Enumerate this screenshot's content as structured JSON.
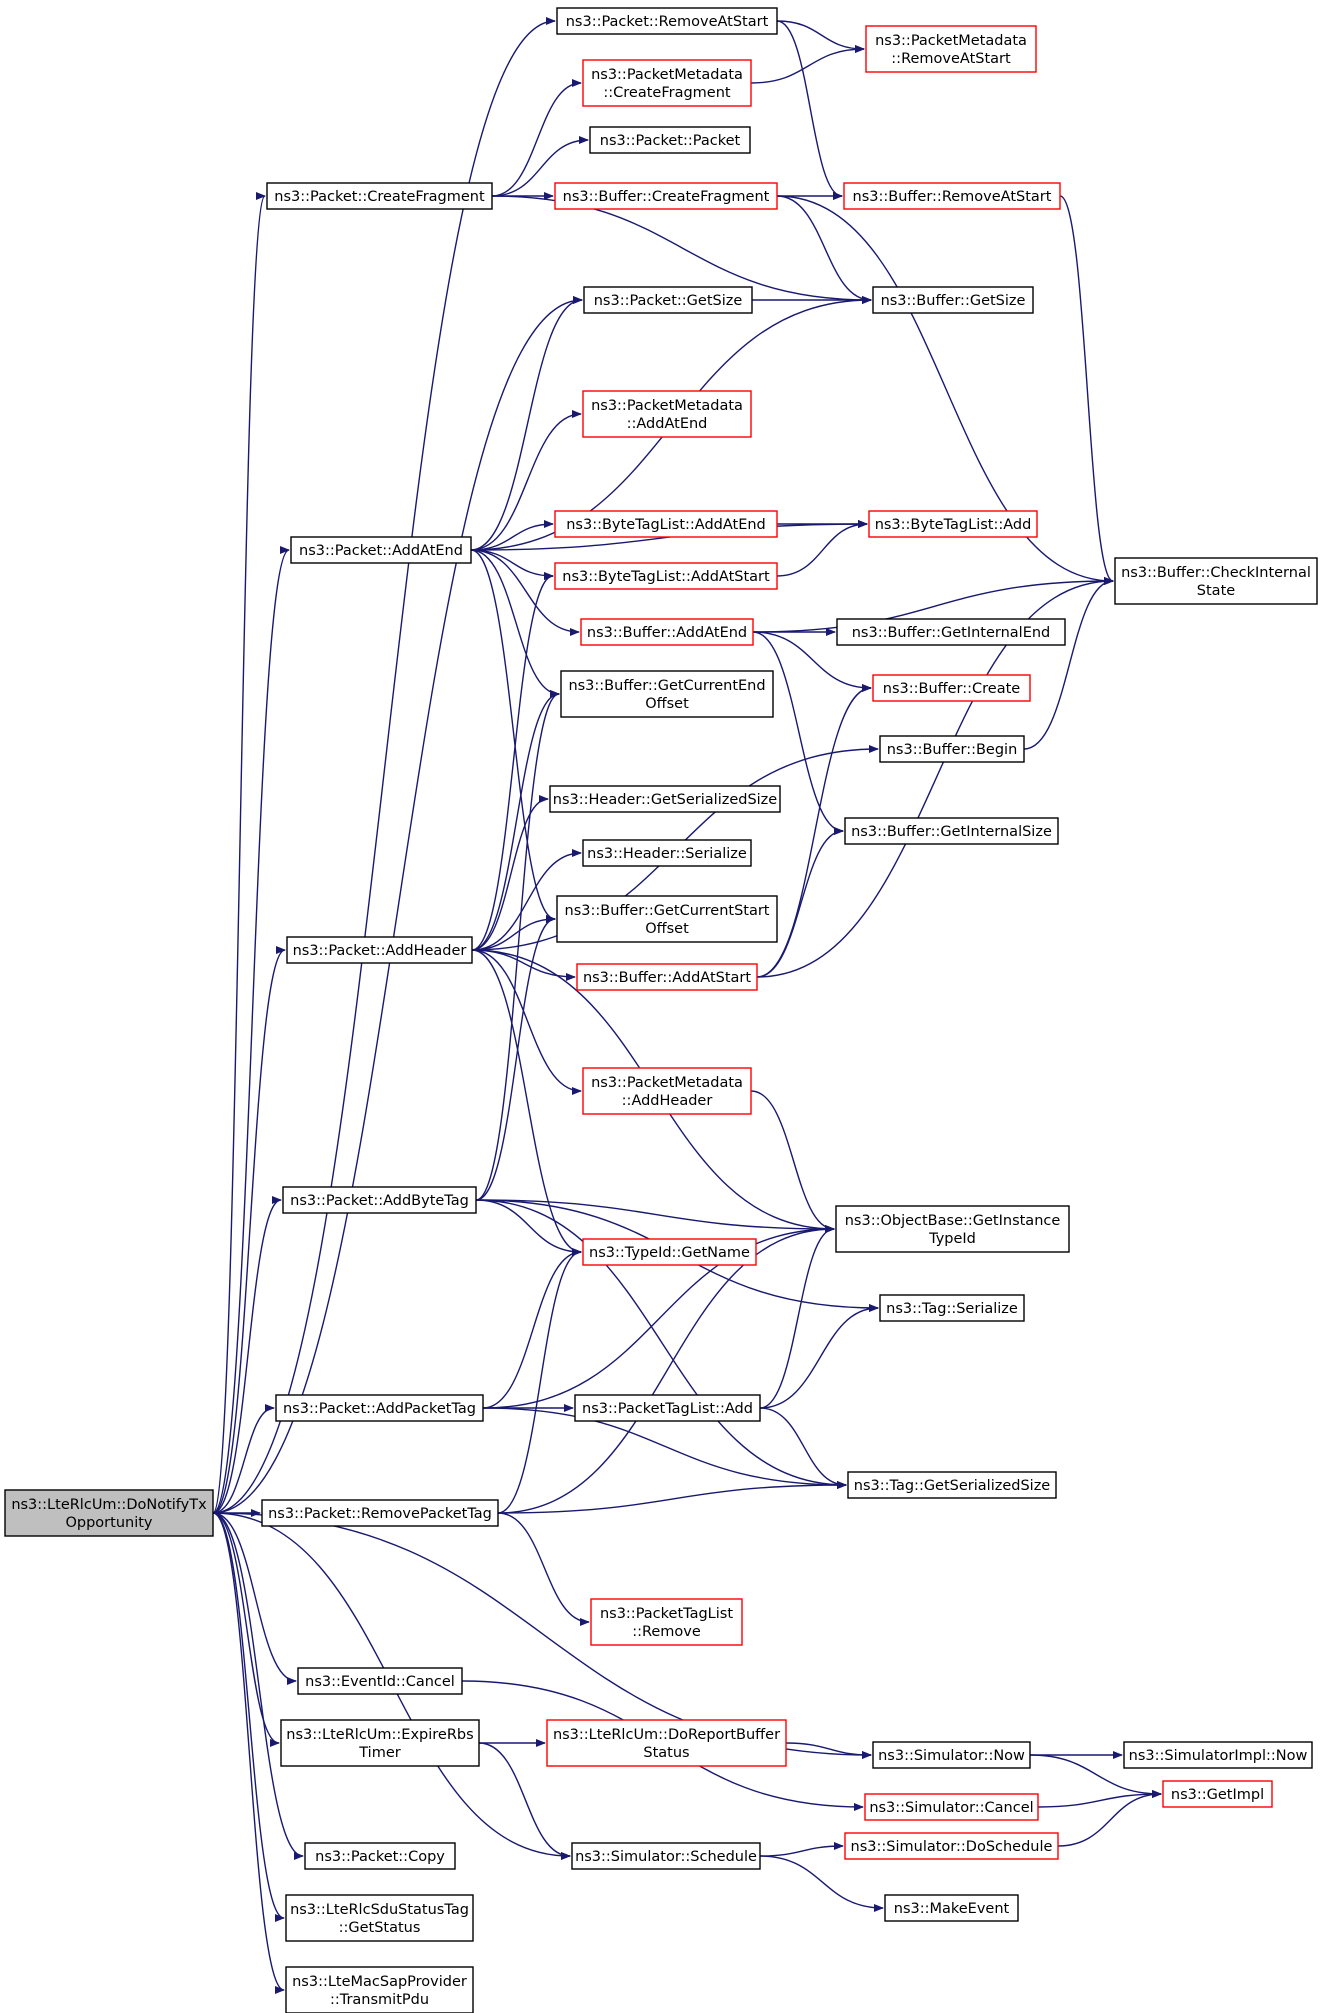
{
  "diagram": {
    "title": "",
    "colors": {
      "edge": "#191970",
      "root_fill": "#bfbfbf",
      "node_fill": "#ffffff",
      "border_default": "#000000",
      "border_highlight": "#ff0000"
    },
    "nodes": [
      {
        "id": "root",
        "lines": [
          "ns3::LteRlcUm::DoNotifyTx",
          "Opportunity"
        ],
        "style": "root"
      },
      {
        "id": "n1",
        "lines": [
          "ns3::Packet::RemoveAtStart"
        ],
        "style": "black"
      },
      {
        "id": "n2",
        "lines": [
          "ns3::PacketMetadata",
          "::RemoveAtStart"
        ],
        "style": "red"
      },
      {
        "id": "n3",
        "lines": [
          "ns3::PacketMetadata",
          "::CreateFragment"
        ],
        "style": "red"
      },
      {
        "id": "n4",
        "lines": [
          "ns3::Packet::Packet"
        ],
        "style": "black"
      },
      {
        "id": "n5",
        "lines": [
          "ns3::Packet::CreateFragment"
        ],
        "style": "black"
      },
      {
        "id": "n6",
        "lines": [
          "ns3::Buffer::CreateFragment"
        ],
        "style": "red"
      },
      {
        "id": "n7",
        "lines": [
          "ns3::Buffer::RemoveAtStart"
        ],
        "style": "red"
      },
      {
        "id": "n8",
        "lines": [
          "ns3::Packet::GetSize"
        ],
        "style": "black"
      },
      {
        "id": "n9",
        "lines": [
          "ns3::Buffer::GetSize"
        ],
        "style": "black"
      },
      {
        "id": "n10",
        "lines": [
          "ns3::PacketMetadata",
          "::AddAtEnd"
        ],
        "style": "red"
      },
      {
        "id": "n11",
        "lines": [
          "ns3::ByteTagList::AddAtEnd"
        ],
        "style": "red"
      },
      {
        "id": "n12",
        "lines": [
          "ns3::ByteTagList::Add"
        ],
        "style": "red"
      },
      {
        "id": "n13",
        "lines": [
          "ns3::Packet::AddAtEnd"
        ],
        "style": "black"
      },
      {
        "id": "n14",
        "lines": [
          "ns3::ByteTagList::AddAtStart"
        ],
        "style": "red"
      },
      {
        "id": "n15",
        "lines": [
          "ns3::Buffer::CheckInternal",
          "State"
        ],
        "style": "black"
      },
      {
        "id": "n16",
        "lines": [
          "ns3::Buffer::AddAtEnd"
        ],
        "style": "red"
      },
      {
        "id": "n17",
        "lines": [
          "ns3::Buffer::GetInternalEnd"
        ],
        "style": "black"
      },
      {
        "id": "n18",
        "lines": [
          "ns3::Buffer::GetCurrentEnd",
          "Offset"
        ],
        "style": "black"
      },
      {
        "id": "n19",
        "lines": [
          "ns3::Buffer::Create"
        ],
        "style": "red"
      },
      {
        "id": "n20",
        "lines": [
          "ns3::Buffer::Begin"
        ],
        "style": "black"
      },
      {
        "id": "n21",
        "lines": [
          "ns3::Header::GetSerializedSize"
        ],
        "style": "black"
      },
      {
        "id": "n22",
        "lines": [
          "ns3::Buffer::GetInternalSize"
        ],
        "style": "black"
      },
      {
        "id": "n23",
        "lines": [
          "ns3::Header::Serialize"
        ],
        "style": "black"
      },
      {
        "id": "n24",
        "lines": [
          "ns3::Buffer::GetCurrentStart",
          "Offset"
        ],
        "style": "black"
      },
      {
        "id": "n25",
        "lines": [
          "ns3::Packet::AddHeader"
        ],
        "style": "black"
      },
      {
        "id": "n26",
        "lines": [
          "ns3::Buffer::AddAtStart"
        ],
        "style": "red"
      },
      {
        "id": "n27",
        "lines": [
          "ns3::PacketMetadata",
          "::AddHeader"
        ],
        "style": "red"
      },
      {
        "id": "n28",
        "lines": [
          "ns3::Packet::AddByteTag"
        ],
        "style": "black"
      },
      {
        "id": "n29",
        "lines": [
          "ns3::ObjectBase::GetInstance",
          "TypeId"
        ],
        "style": "black"
      },
      {
        "id": "n30",
        "lines": [
          "ns3::TypeId::GetName"
        ],
        "style": "red"
      },
      {
        "id": "n31",
        "lines": [
          "ns3::Tag::Serialize"
        ],
        "style": "black"
      },
      {
        "id": "n32",
        "lines": [
          "ns3::Packet::AddPacketTag"
        ],
        "style": "black"
      },
      {
        "id": "n33",
        "lines": [
          "ns3::PacketTagList::Add"
        ],
        "style": "black"
      },
      {
        "id": "n34",
        "lines": [
          "ns3::Tag::GetSerializedSize"
        ],
        "style": "black"
      },
      {
        "id": "n35",
        "lines": [
          "ns3::Packet::RemovePacketTag"
        ],
        "style": "black"
      },
      {
        "id": "n36",
        "lines": [
          "ns3::PacketTagList",
          "::Remove"
        ],
        "style": "red"
      },
      {
        "id": "n37",
        "lines": [
          "ns3::EventId::Cancel"
        ],
        "style": "black"
      },
      {
        "id": "n38",
        "lines": [
          "ns3::LteRlcUm::ExpireRbs",
          "Timer"
        ],
        "style": "black"
      },
      {
        "id": "n39",
        "lines": [
          "ns3::LteRlcUm::DoReportBuffer",
          "Status"
        ],
        "style": "red"
      },
      {
        "id": "n40",
        "lines": [
          "ns3::Simulator::Now"
        ],
        "style": "black"
      },
      {
        "id": "n41",
        "lines": [
          "ns3::SimulatorImpl::Now"
        ],
        "style": "black"
      },
      {
        "id": "n42",
        "lines": [
          "ns3::Simulator::Cancel"
        ],
        "style": "red"
      },
      {
        "id": "n43",
        "lines": [
          "ns3::GetImpl"
        ],
        "style": "red"
      },
      {
        "id": "n44",
        "lines": [
          "ns3::Packet::Copy"
        ],
        "style": "black"
      },
      {
        "id": "n45",
        "lines": [
          "ns3::Simulator::Schedule"
        ],
        "style": "black"
      },
      {
        "id": "n46",
        "lines": [
          "ns3::Simulator::DoSchedule"
        ],
        "style": "red"
      },
      {
        "id": "n47",
        "lines": [
          "ns3::MakeEvent"
        ],
        "style": "black"
      },
      {
        "id": "n48",
        "lines": [
          "ns3::LteRlcSduStatusTag",
          "::GetStatus"
        ],
        "style": "black"
      },
      {
        "id": "n49",
        "lines": [
          "ns3::LteMacSapProvider",
          "::TransmitPdu"
        ],
        "style": "black"
      }
    ],
    "edges": [
      [
        "root",
        "n1"
      ],
      [
        "root",
        "n5"
      ],
      [
        "root",
        "n8"
      ],
      [
        "root",
        "n13"
      ],
      [
        "root",
        "n25"
      ],
      [
        "root",
        "n28"
      ],
      [
        "root",
        "n32"
      ],
      [
        "root",
        "n35"
      ],
      [
        "root",
        "n37"
      ],
      [
        "root",
        "n38"
      ],
      [
        "root",
        "n40"
      ],
      [
        "root",
        "n44"
      ],
      [
        "root",
        "n45"
      ],
      [
        "root",
        "n48"
      ],
      [
        "root",
        "n49"
      ],
      [
        "n1",
        "n2"
      ],
      [
        "n1",
        "n7"
      ],
      [
        "n3",
        "n2"
      ],
      [
        "n5",
        "n3"
      ],
      [
        "n5",
        "n4"
      ],
      [
        "n5",
        "n6"
      ],
      [
        "n5",
        "n9"
      ],
      [
        "n6",
        "n7"
      ],
      [
        "n6",
        "n9"
      ],
      [
        "n6",
        "n15"
      ],
      [
        "n7",
        "n15"
      ],
      [
        "n8",
        "n9"
      ],
      [
        "n13",
        "n8"
      ],
      [
        "n13",
        "n9"
      ],
      [
        "n13",
        "n10"
      ],
      [
        "n13",
        "n11"
      ],
      [
        "n13",
        "n12"
      ],
      [
        "n13",
        "n14"
      ],
      [
        "n13",
        "n16"
      ],
      [
        "n13",
        "n18"
      ],
      [
        "n13",
        "n24"
      ],
      [
        "n11",
        "n12"
      ],
      [
        "n14",
        "n12"
      ],
      [
        "n16",
        "n15"
      ],
      [
        "n16",
        "n17"
      ],
      [
        "n16",
        "n19"
      ],
      [
        "n16",
        "n22"
      ],
      [
        "n20",
        "n15"
      ],
      [
        "n25",
        "n14"
      ],
      [
        "n25",
        "n18"
      ],
      [
        "n25",
        "n20"
      ],
      [
        "n25",
        "n21"
      ],
      [
        "n25",
        "n23"
      ],
      [
        "n25",
        "n24"
      ],
      [
        "n25",
        "n26"
      ],
      [
        "n25",
        "n27"
      ],
      [
        "n25",
        "n29"
      ],
      [
        "n25",
        "n30"
      ],
      [
        "n26",
        "n15"
      ],
      [
        "n26",
        "n19"
      ],
      [
        "n26",
        "n22"
      ],
      [
        "n27",
        "n29"
      ],
      [
        "n28",
        "n18"
      ],
      [
        "n28",
        "n24"
      ],
      [
        "n28",
        "n29"
      ],
      [
        "n28",
        "n30"
      ],
      [
        "n28",
        "n31"
      ],
      [
        "n28",
        "n34"
      ],
      [
        "n32",
        "n29"
      ],
      [
        "n32",
        "n30"
      ],
      [
        "n32",
        "n33"
      ],
      [
        "n32",
        "n34"
      ],
      [
        "n33",
        "n29"
      ],
      [
        "n33",
        "n31"
      ],
      [
        "n33",
        "n34"
      ],
      [
        "n35",
        "n29"
      ],
      [
        "n35",
        "n30"
      ],
      [
        "n35",
        "n34"
      ],
      [
        "n35",
        "n36"
      ],
      [
        "n37",
        "n42"
      ],
      [
        "n38",
        "n39"
      ],
      [
        "n38",
        "n45"
      ],
      [
        "n39",
        "n40"
      ],
      [
        "n40",
        "n41"
      ],
      [
        "n40",
        "n43"
      ],
      [
        "n42",
        "n43"
      ],
      [
        "n45",
        "n46"
      ],
      [
        "n45",
        "n47"
      ],
      [
        "n46",
        "n43"
      ]
    ]
  }
}
